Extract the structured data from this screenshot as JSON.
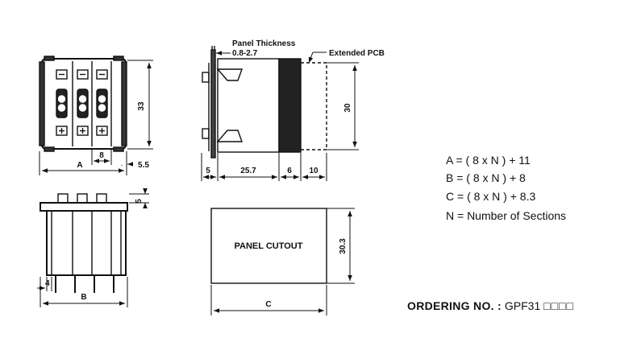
{
  "front_view": {
    "dim_height": "33",
    "dim_a": "A",
    "dim_pitch": "8",
    "dim_side": "5.5"
  },
  "side_view": {
    "panel_thickness_label": "Panel Thickness",
    "panel_thickness_value": "0.8-2.7",
    "extended_pcb_label": "Extended PCB",
    "dim_height": "30",
    "dim_5": "5",
    "dim_25_7": "25.7",
    "dim_6": "6",
    "dim_10": "10"
  },
  "bottom_view": {
    "dim_5": "5",
    "dim_4": "4",
    "dim_b": "B"
  },
  "cutout": {
    "label": "PANEL CUTOUT",
    "dim_height": "30.3",
    "dim_c": "C"
  },
  "formulas": {
    "a": "A = ( 8 x N ) + 11",
    "b": "B = ( 8 x N ) + 8",
    "c": "C = ( 8 x N ) + 8.3",
    "n": "N = Number of Sections"
  },
  "ordering": {
    "label": "ORDERING NO. :",
    "code": "GPF31",
    "boxes": "□□□□"
  }
}
